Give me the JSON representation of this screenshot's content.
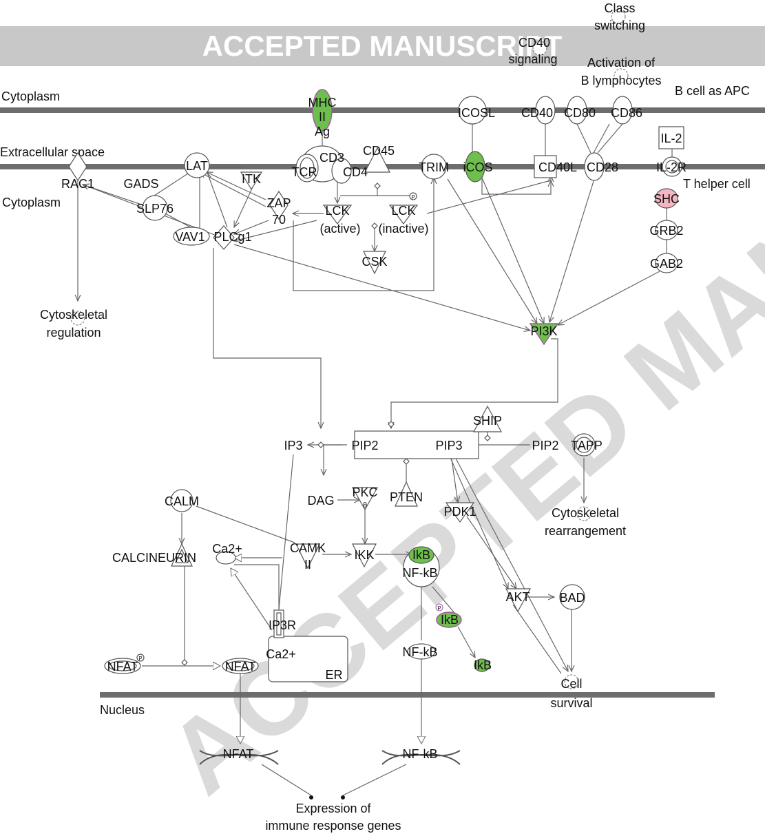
{
  "banner": "ACCEPTED MANUSCRIPT",
  "watermark": "ACCEPTED MANUSCRIPT",
  "colors": {
    "membrane": "#6d6d6d",
    "banner_bg": "#c8c8c8",
    "highlight_green": "#6fbf4f",
    "highlight_pink": "#f4b6c2"
  },
  "compartments": {
    "cytoplasm_top": "Cytoplasm",
    "b_cell": "B cell as APC",
    "extracellular": "Extracellular space",
    "t_helper": "T helper cell",
    "cytoplasm_t": "Cytoplasm",
    "nucleus": "Nucleus",
    "er": "ER"
  },
  "nodes": {
    "mhc": "MHC",
    "mhc_ii": "II",
    "mhc_ag": "Ag",
    "icosl": "ICOSL",
    "cd40": "CD40",
    "cd80": "CD80",
    "cd86": "CD86",
    "il2": "IL-2",
    "il2r": "IL-2R",
    "lat": "LAT",
    "cd3": "CD3",
    "tcr": "TCR",
    "cd4": "CD4",
    "cd45": "CD45",
    "trim": "TRIM",
    "icos": "iCOS",
    "cd40l": "CD40L",
    "cd28": "CD28",
    "rac1": "RAC1",
    "gads": "GADS",
    "itk": "ITK",
    "slp76": "SLP76",
    "zap": "ZAP",
    "zap70": "70",
    "lck_a": "LCK",
    "lck_a2": "(active)",
    "lck_i": "LCK",
    "lck_i2": "(inactive)",
    "vav1": "VAV1",
    "plcg1": "PLCg1",
    "csk": "CSK",
    "shc": "SHC",
    "grb2": "GRB2",
    "gab2": "GAB2",
    "pi3k": "PI3K",
    "ip3": "IP3",
    "pip2": "PIP2",
    "pip3": "PIP3",
    "ship": "SHIP",
    "pip2b": "PIP2",
    "tapp": "TAPP",
    "dag": "DAG",
    "pkc": "PKC",
    "pkc_theta": "θ",
    "pten": "PTEN",
    "pdk1": "PDK1",
    "calm": "CALM",
    "calcineurin": "CALCINEURIN",
    "ca2": "Ca2+",
    "camk": "CAMK",
    "camk2": "II",
    "ikk": "IKK",
    "ikb": "IkB",
    "nfkb": "NF-kB",
    "ikbp": "IkB",
    "nfkb2": "NF-kB",
    "ikb3": "IkB",
    "akt": "AKT",
    "bad": "BAD",
    "ip3r": "IP3R",
    "ca2_er": "Ca2+",
    "nfat_p": "NFAT",
    "nfat": "NFAT",
    "nfat_dna": "NFAT",
    "nfkb_dna": "NF-kB"
  },
  "functions": {
    "class_switching_1": "Class",
    "class_switching_2": "switching",
    "cd40_sig_1": "CD40",
    "cd40_sig_2": "signaling",
    "act_b_1": "Activation of",
    "act_b_2": "B lymphocytes",
    "cytoskel_1": "Cytoskeletal",
    "cytoskel_2": "regulation",
    "rearr_1": "Cytoskeletal",
    "rearr_2": "rearrangement",
    "surv_1": "Cell",
    "surv_2": "survival",
    "expr_1": "Expression of",
    "expr_2": "immune response genes"
  },
  "small_labels": {
    "phospho": "P"
  }
}
